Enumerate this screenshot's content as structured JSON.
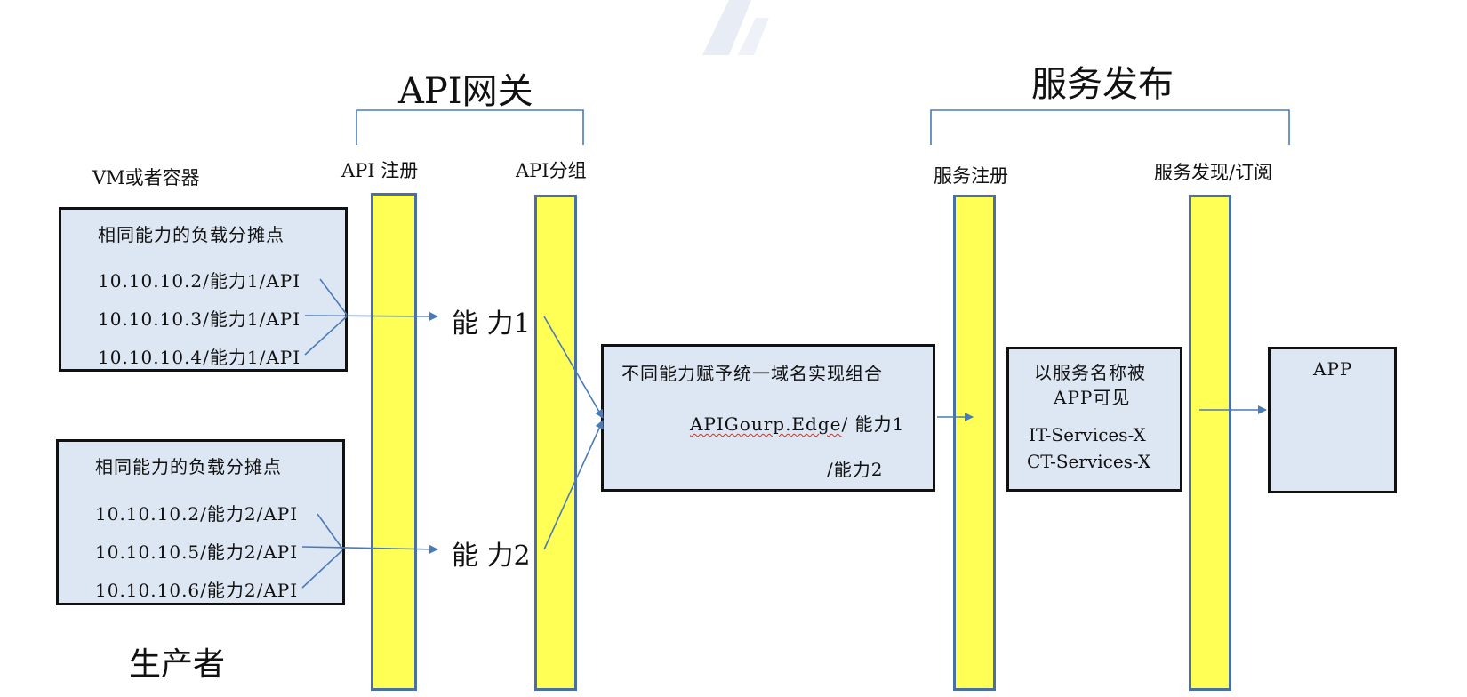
{
  "colors": {
    "bar_fill": "#ffff55",
    "bar_border": "#4a6fa5",
    "box_fill": "#dde6f3",
    "box_border": "#111111",
    "arrow": "#4a7ab8",
    "bracket": "#4a7ab8"
  },
  "groups": {
    "gateway_title": "API网关",
    "publish_title": "服务发布"
  },
  "columns": {
    "api_register": "API 注册",
    "api_group": "API分组",
    "service_register": "服务注册",
    "service_discovery": "服务发现/订阅"
  },
  "producer": {
    "top_label": "VM或者容器",
    "bottom_label": "生产者"
  },
  "box1": {
    "title": "相同能力的负载分摊点",
    "items": [
      "10.10.10.2/能力1/API",
      "10.10.10.3/能力1/API",
      "10.10.10.4/能力1/API"
    ]
  },
  "box2": {
    "title": "相同能力的负载分摊点",
    "items": [
      "10.10.10.2/能力2/API",
      "10.10.10.5/能力2/API",
      "10.10.10.6/能力2/API"
    ]
  },
  "capabilities": {
    "cap1": "能 力1",
    "cap2": "能 力2"
  },
  "compose_box": {
    "title": "不同能力赋予统一域名实现组合",
    "line1_prefix": "APIGourp.Edge",
    "line1_suffix": "/ 能力1",
    "line2": "/能力2"
  },
  "service_box": {
    "line1": "以服务名称被",
    "line2": "APP可见",
    "line3": "IT-Services-X",
    "line4": "CT-Services-X"
  },
  "app_box": {
    "label": "APP"
  }
}
